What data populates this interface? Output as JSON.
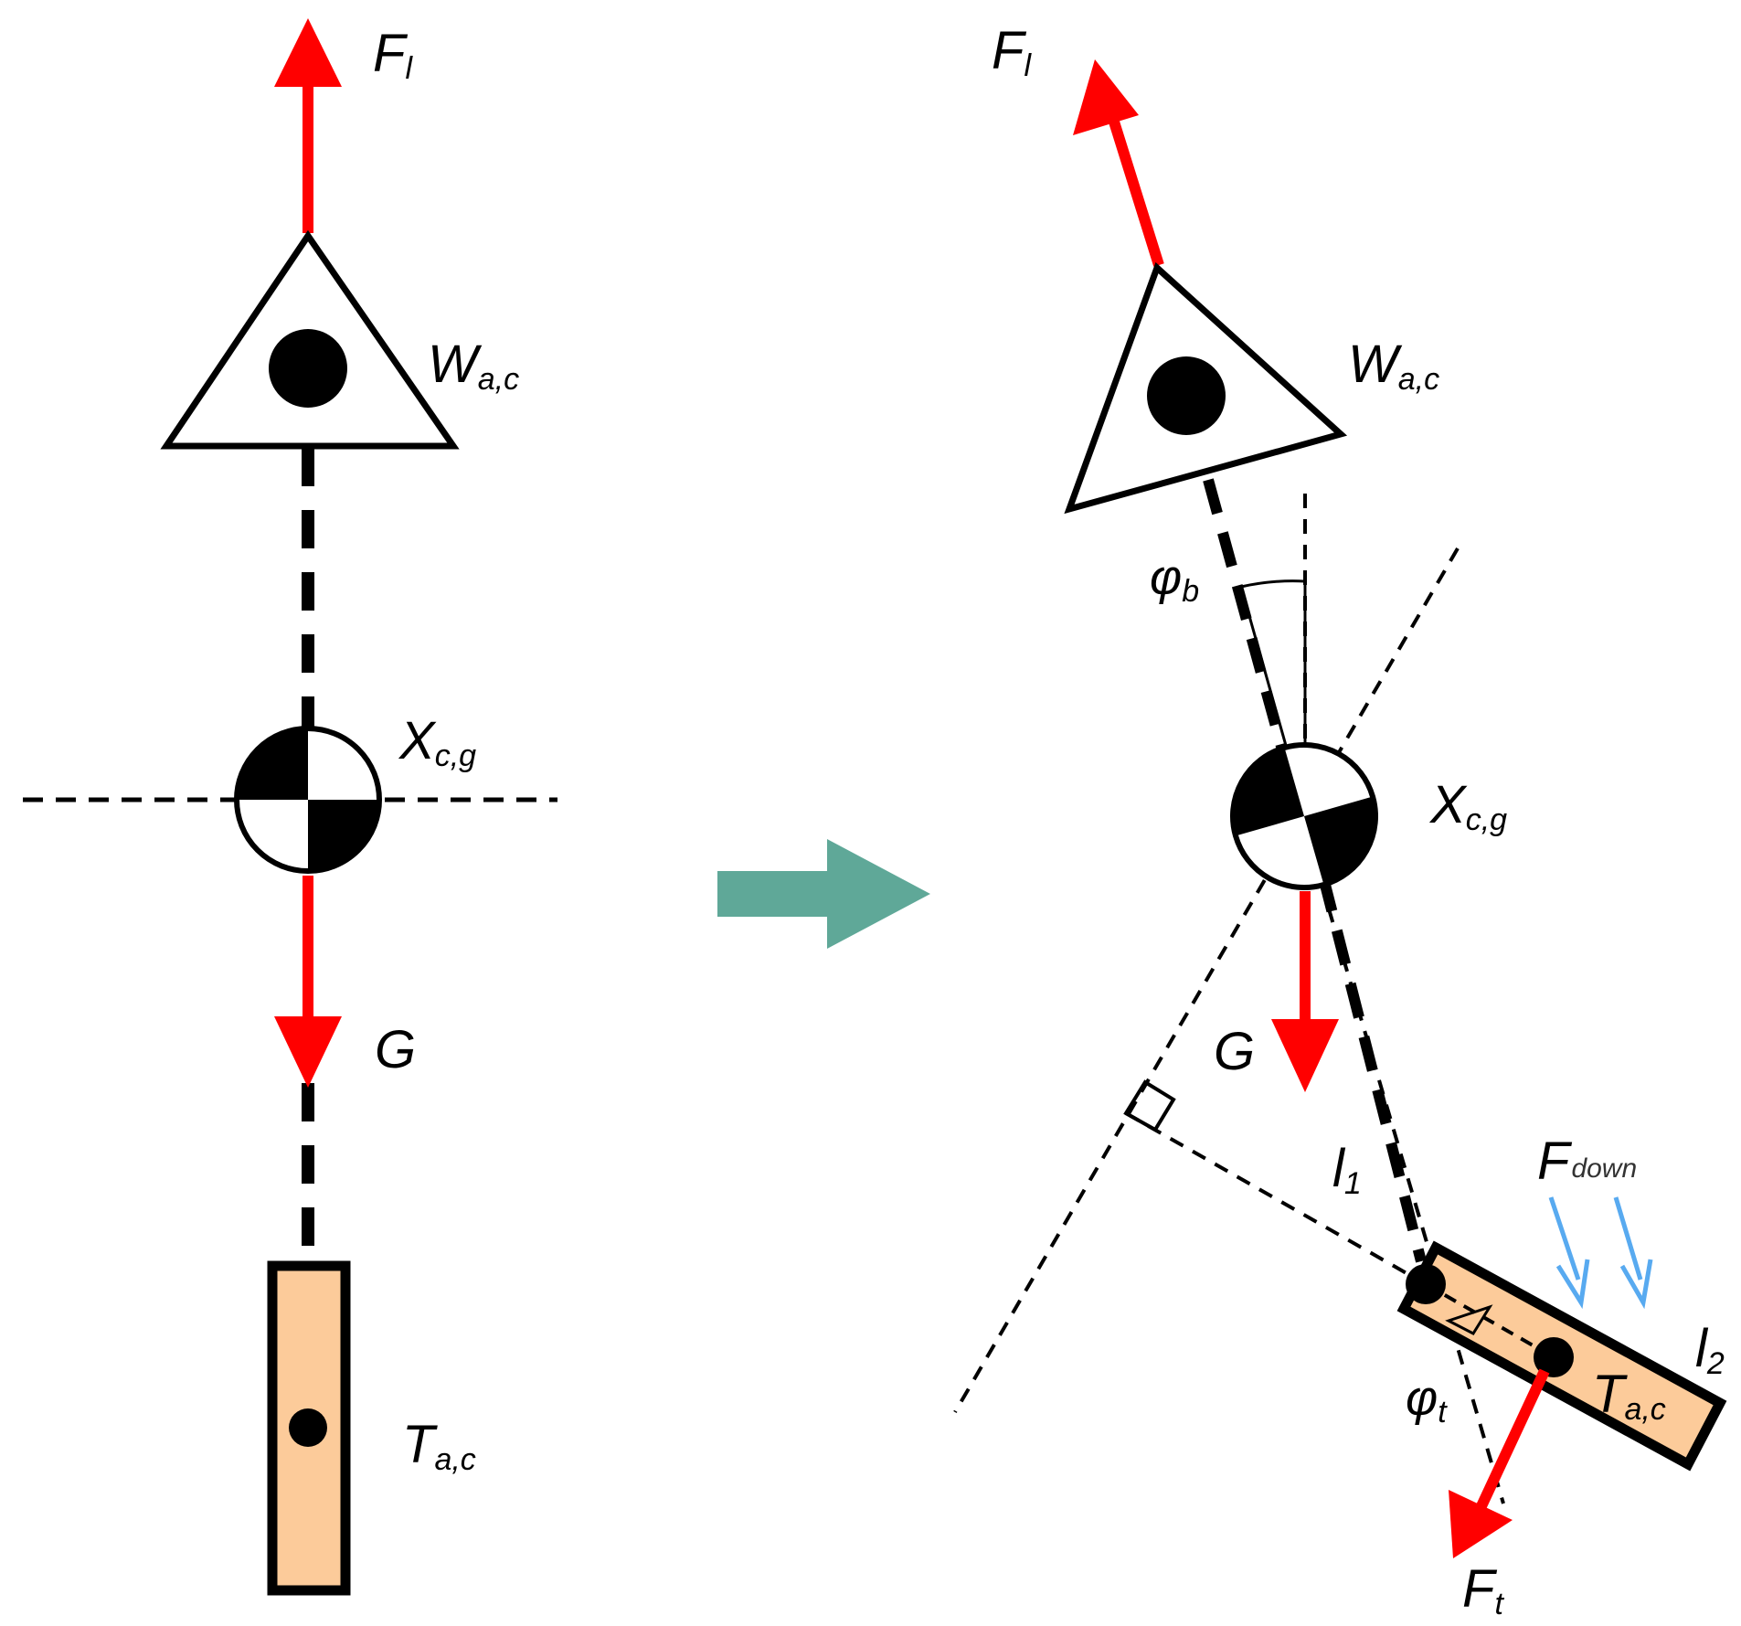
{
  "labels": {
    "left_lift": "F",
    "left_lift_sub": "l",
    "left_wing": "W",
    "left_wing_sub": "a,c",
    "left_cg": "X",
    "left_cg_sub": "c,g",
    "left_gravity": "G",
    "left_tail": "T",
    "left_tail_sub": "a,c",
    "right_lift": "F",
    "right_lift_sub": "l",
    "right_wing": "W",
    "right_wing_sub": "a,c",
    "right_cg": "X",
    "right_cg_sub": "c,g",
    "right_gravity": "G",
    "phi_b": "φ",
    "phi_b_sub": "b",
    "l1": "l",
    "l1_sub": "1",
    "f_down": "F",
    "f_down_sub": "down",
    "l2": "l",
    "l2_sub": "2",
    "phi_t": "φ",
    "phi_t_sub": "t",
    "right_tail": "T",
    "right_tail_sub": "a,c",
    "thrust": "F",
    "thrust_sub": "t"
  },
  "colors": {
    "force_arrow": "#ff0000",
    "transition_arrow": "#5fa898",
    "tail_fill": "#fccb9a",
    "down_force": "#58aaf0",
    "line": "#000000"
  },
  "icons": {
    "cg_marker": "center-of-gravity-symbol",
    "transition": "right-arrow"
  }
}
